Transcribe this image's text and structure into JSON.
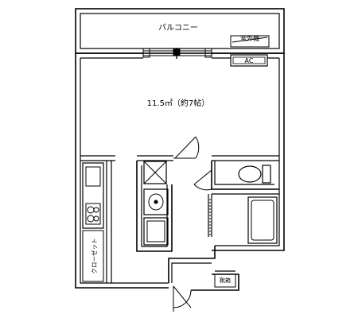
{
  "plan": {
    "balcony_label": "バルコニー",
    "outdoor_unit_label": "室外機",
    "ac_label": "AC",
    "room_area_label": "11.5㎡（約7帖）",
    "closet_label": "クローゼット",
    "shoe_box_label": "靴箱"
  }
}
